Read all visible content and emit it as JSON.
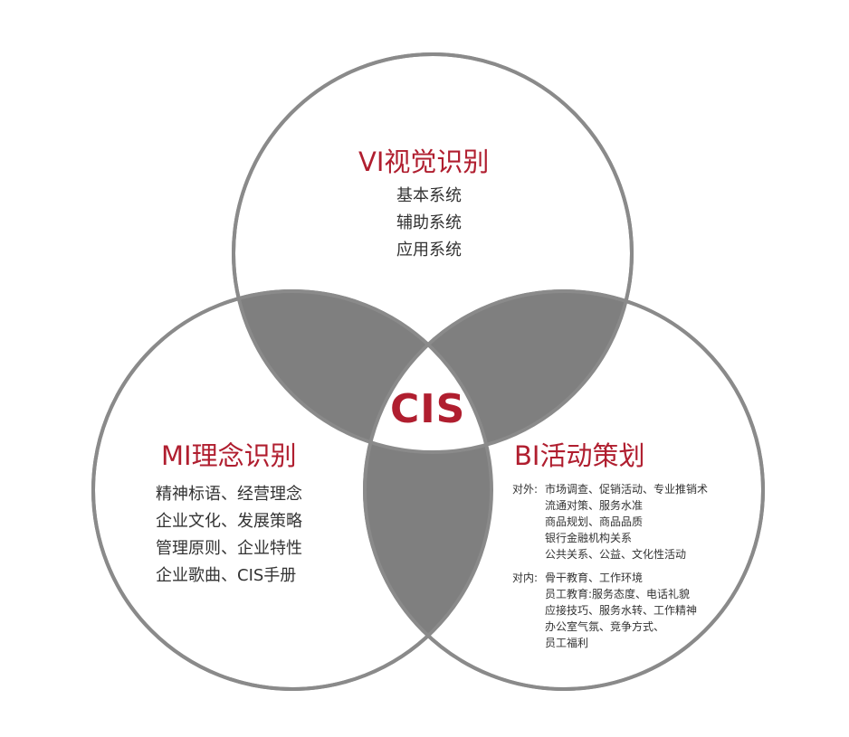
{
  "center_label": "CIS",
  "circles": {
    "vi": {
      "title": "VI视觉识别",
      "items": [
        "基本系统",
        "辅助系统",
        "应用系统"
      ]
    },
    "mi": {
      "title": "MI理念识别",
      "items": [
        "精神标语、经营理念",
        "企业文化、发展策略",
        "管理原则、企业特性",
        "企业歌曲、CIS手册"
      ]
    },
    "bi": {
      "title": "BI活动策划",
      "external": {
        "label": "对外:",
        "lines": [
          "市场调查、促销活动、专业推销术",
          "流通对策、服务水准",
          "商品规划、商品品质",
          "银行金融机构关系",
          "公共关系、公益、文化性活动"
        ]
      },
      "internal": {
        "label": "对内:",
        "lines": [
          "骨干教育、工作环境",
          "员工教育:服务态度、电话礼貌",
          "应接技巧、服务水转、工作精神",
          "办公室气氛、竞争方式、",
          "员工福利"
        ]
      }
    }
  },
  "colors": {
    "accent": "#b01e2f",
    "overlap": "#7f7f7f",
    "outline": "#8a8a8a",
    "text": "#333333"
  }
}
